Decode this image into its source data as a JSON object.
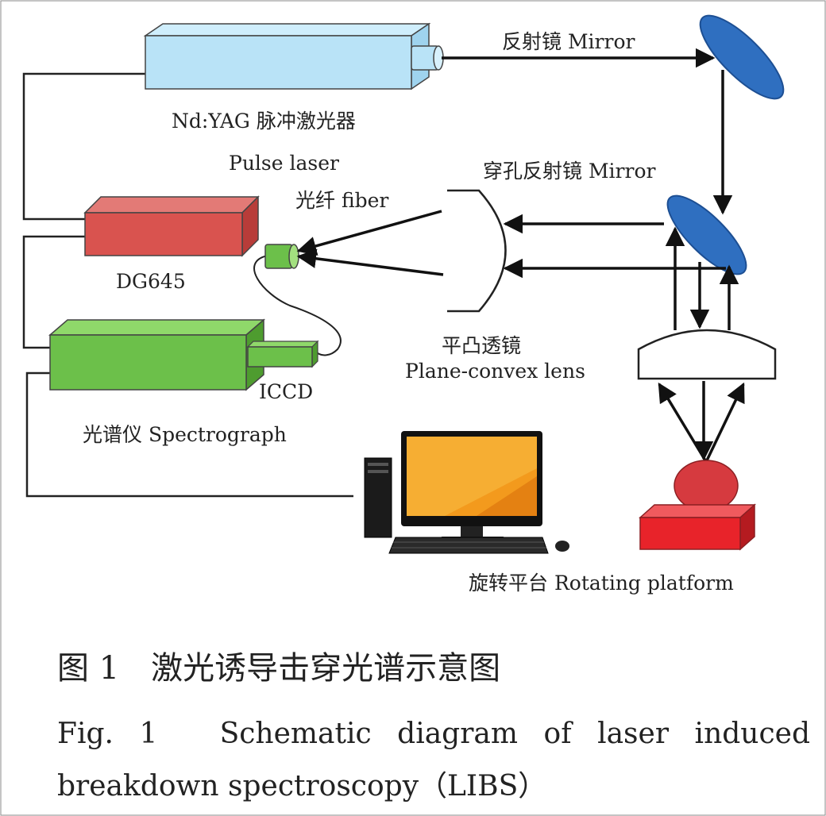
{
  "labels": {
    "mirror1": "反射镜 Mirror",
    "laser_cn": "Nd:YAG 脉冲激光器",
    "laser_en": "Pulse laser",
    "pierced_mirror": "穿孔反射镜 Mirror",
    "fiber": "光纤 fiber",
    "dg645": "DG645",
    "lens_cn": "平凸透镜",
    "lens_en": "Plane-convex lens",
    "iccd": "ICCD",
    "spectrograph": "光谱仪 Spectrograph",
    "platform": "旋转平台 Rotating platform"
  },
  "caption": {
    "cn": "图 1　激光诱导击穿光谱示意图",
    "en": "Fig. 1　Schematic diagram of laser induced breakdown spectroscopy（LIBS）"
  },
  "colors": {
    "laser": "#b9e3f7",
    "mirror": "#2f6fc0",
    "dg645": "#d9534f",
    "spectrograph": "#6cc04a",
    "platform": "#e8232a",
    "sample": "#d63a3f"
  }
}
